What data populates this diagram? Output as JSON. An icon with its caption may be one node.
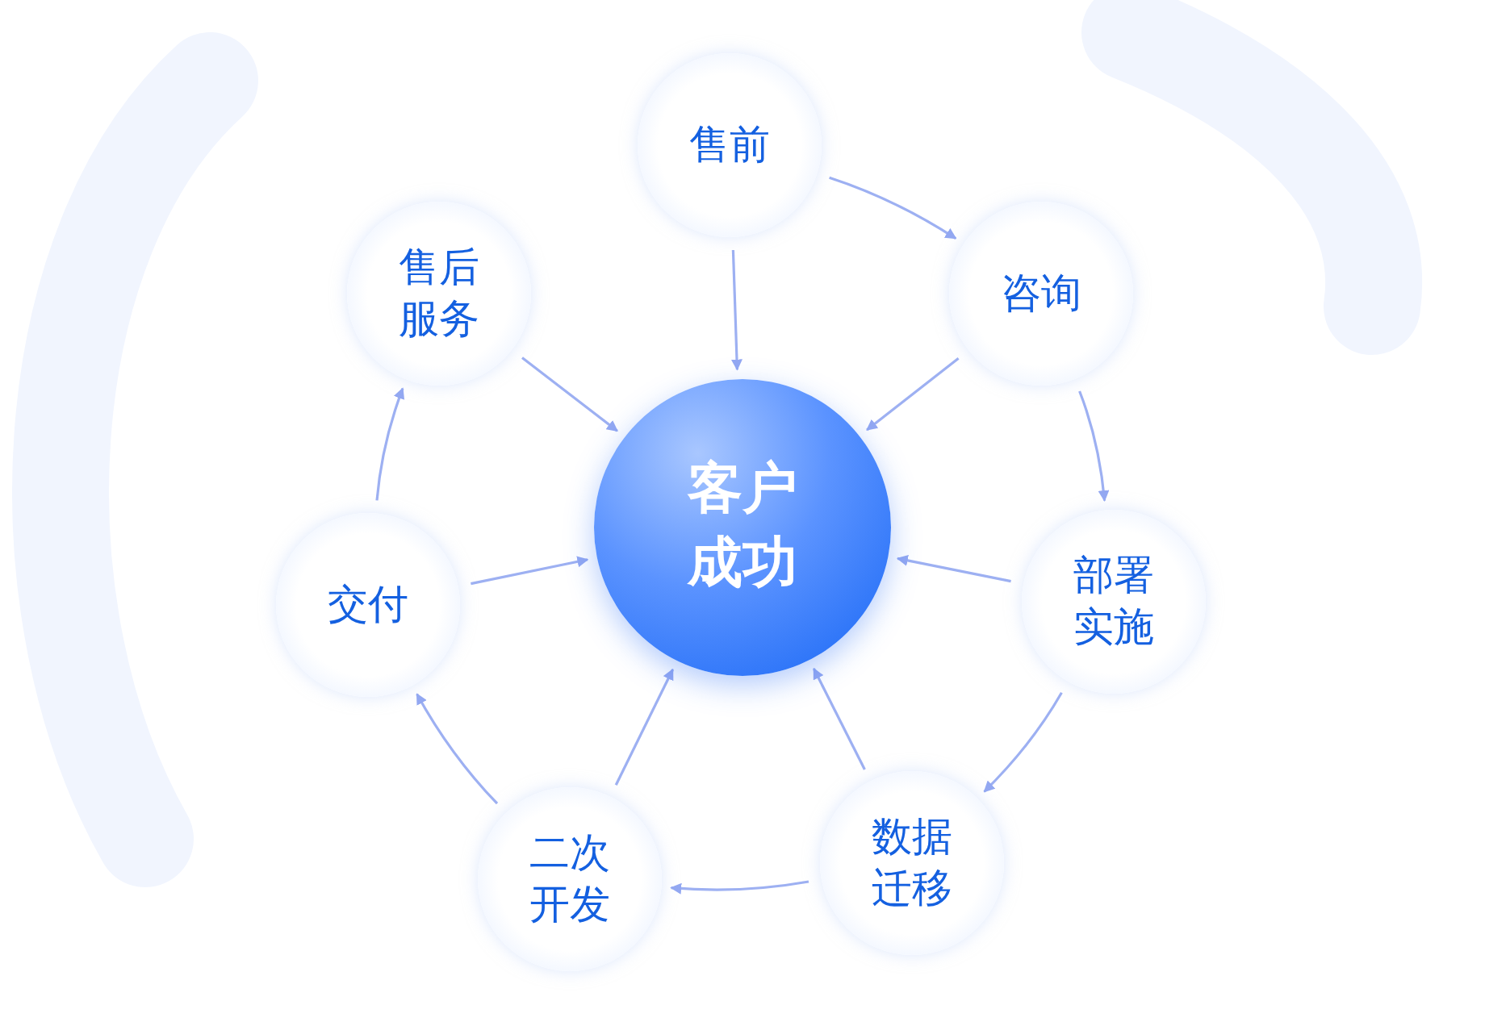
{
  "diagram": {
    "nodes": [
      {
        "text": [
          "客户成功"
        ]
      },
      {
        "text": [
          "售前"
        ]
      },
      {
        "text": [
          "咨询"
        ]
      },
      {
        "text": [
          "部署实施"
        ]
      },
      {
        "text": [
          "数据迁移"
        ]
      },
      {
        "text": [
          "二次开发"
        ]
      },
      {
        "text": [
          "交付"
        ]
      },
      {
        "text": [
          "售后服务"
        ]
      }
    ],
    "edges": [
      {
        "from": 1,
        "to": 2,
        "arrow": "to"
      },
      {
        "from": 2,
        "to": 3,
        "arrow": "to"
      },
      {
        "from": 3,
        "to": 4,
        "arrow": "to"
      },
      {
        "from": 4,
        "to": 5,
        "arrow": "to"
      },
      {
        "from": 5,
        "to": 6,
        "arrow": "to"
      },
      {
        "from": 6,
        "to": 7,
        "arrow": "to"
      },
      {
        "from": 1,
        "to": 0,
        "arrow": "to"
      },
      {
        "from": 2,
        "to": 0,
        "arrow": "to"
      },
      {
        "from": 3,
        "to": 0,
        "arrow": "to"
      },
      {
        "from": 4,
        "to": 0,
        "arrow": "to"
      },
      {
        "from": 5,
        "to": 0,
        "arrow": "to"
      },
      {
        "from": 6,
        "to": 0,
        "arrow": "to"
      },
      {
        "from": 7,
        "to": 0,
        "arrow": "to"
      }
    ]
  }
}
